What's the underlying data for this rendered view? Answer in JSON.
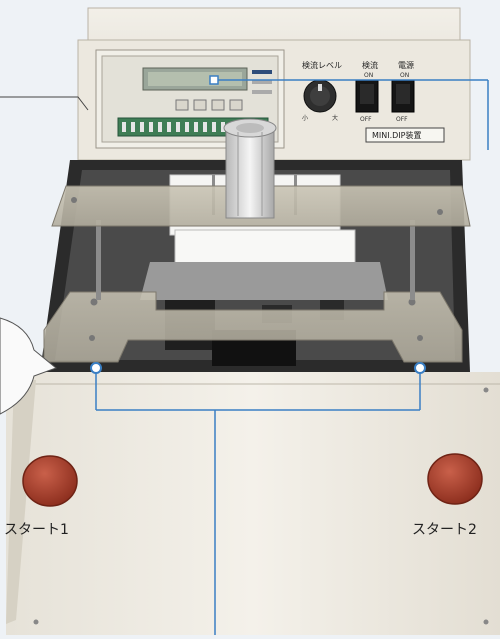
{
  "colors": {
    "background": "#eef2f6",
    "machine_body": "#e9e5dd",
    "frame": "#3a3a3a",
    "callout_line": "#3a7fc4",
    "start_button": "#b0412c"
  },
  "front_labels": {
    "start1": "スタート1",
    "start2": "スタート2"
  },
  "control_panel": {
    "model_plate": "MINI.DIP装置",
    "level_label": "検流レベル",
    "knob_min": "小",
    "knob_max": "大",
    "switch1_label": "検流",
    "switch2_label": "電源",
    "switch_on": "ON",
    "switch_off": "OFF"
  }
}
